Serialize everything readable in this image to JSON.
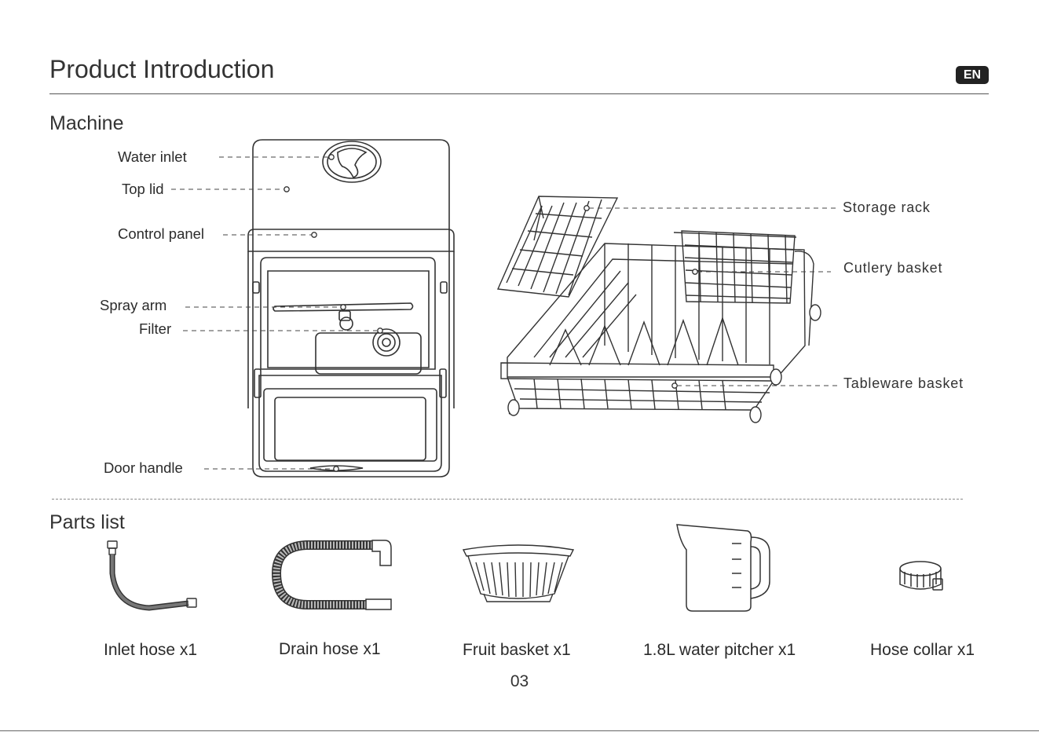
{
  "header": {
    "title": "Product Introduction",
    "language_badge": "EN"
  },
  "machine": {
    "section_title": "Machine",
    "callouts": {
      "water_inlet": "Water inlet",
      "top_lid": "Top lid",
      "control_panel": "Control panel",
      "spray_arm": "Spray arm",
      "filter": "Filter",
      "door_handle": "Door handle"
    },
    "basket_callouts": {
      "storage_rack": "Storage rack",
      "cutlery_basket": "Cutlery basket",
      "tableware_basket": "Tableware basket"
    }
  },
  "parts": {
    "section_title": "Parts list",
    "items": [
      {
        "label": "Inlet hose x1"
      },
      {
        "label": "Drain hose x1"
      },
      {
        "label": "Fruit basket x1"
      },
      {
        "label": "1.8L water pitcher x1"
      },
      {
        "label": "Hose collar x1"
      }
    ]
  },
  "footer": {
    "page_number": "03"
  }
}
